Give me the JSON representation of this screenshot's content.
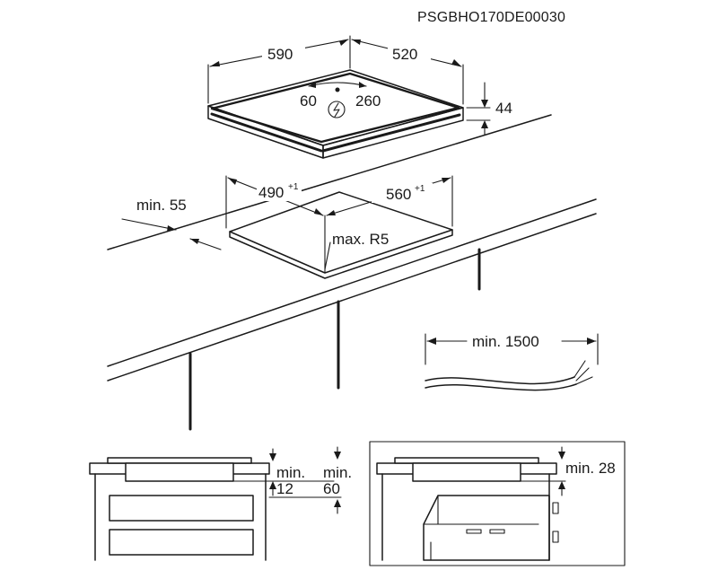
{
  "document_code": "PSGBHO170DE00030",
  "hob": {
    "width": "590",
    "depth": "520",
    "height": "44",
    "cable_min": "60",
    "cable_max": "260",
    "power_icon": "lightning-in-circle-icon"
  },
  "cutout": {
    "width": "490",
    "width_tolerance": "+1",
    "depth": "560",
    "depth_tolerance": "+1",
    "front_distance": "min. 55",
    "corner_radius": "max. R5"
  },
  "cable": {
    "length": "min. 1500"
  },
  "section_drawer": {
    "clearance_label_a": "min.",
    "clearance_value_a": "12",
    "clearance_label_b": "min.",
    "clearance_value_b": "60"
  },
  "section_oven": {
    "clearance": "min. 28"
  }
}
